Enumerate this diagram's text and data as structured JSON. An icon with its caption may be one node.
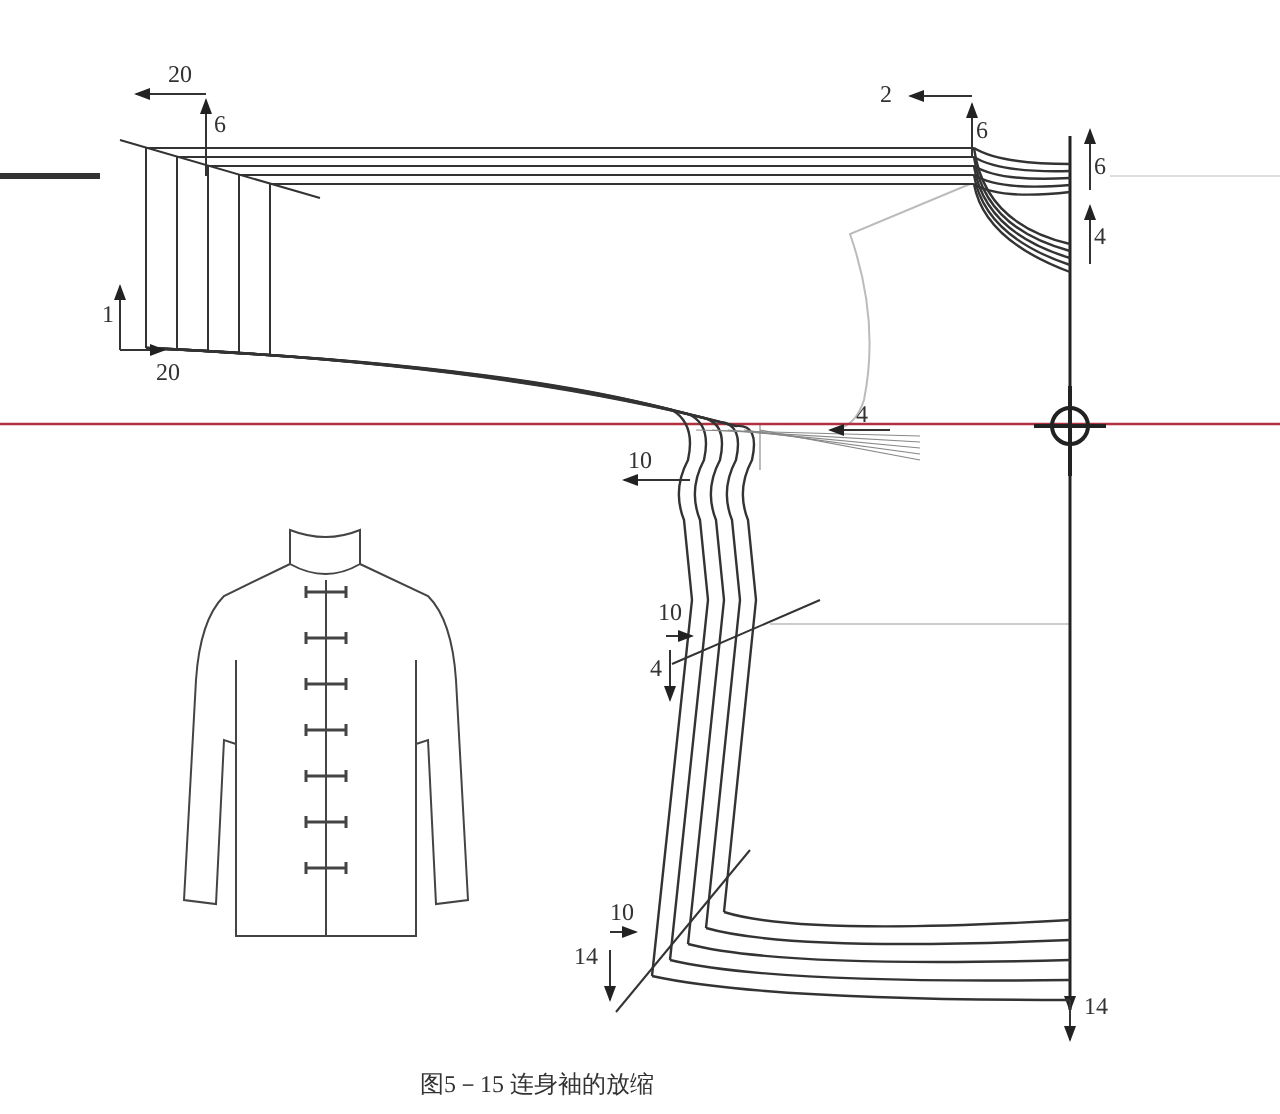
{
  "diagram": {
    "caption": "图5－15 连身袖的放缩",
    "labels": [
      "20",
      "2",
      "6",
      "6",
      "6",
      "4",
      "1",
      "20",
      "4",
      "10",
      "10",
      "4",
      "10",
      "14",
      "14"
    ]
  }
}
